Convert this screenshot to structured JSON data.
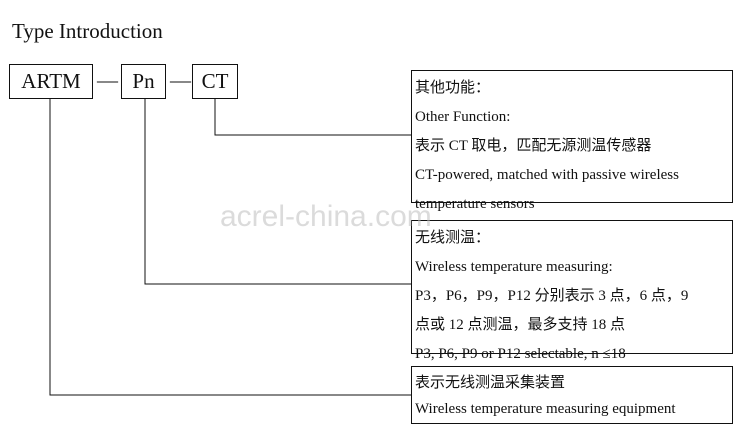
{
  "title": "Type Introduction",
  "codes": [
    "ARTM",
    "Pn",
    "CT"
  ],
  "separator": "—",
  "watermark": "acrel-china.com",
  "boxes": {
    "ct": {
      "lines": [
        "其他功能：",
        "Other Function:",
        "表示 CT 取电，匹配无源测温传感器",
        "CT-powered, matched with passive wireless",
        "temperature sensors"
      ]
    },
    "pn": {
      "lines": [
        "无线测温：",
        "Wireless temperature measuring:",
        "P3，P6，P9，P12 分别表示 3 点，6 点，9",
        "点或 12 点测温，最多支持 18 点",
        "P3, P6, P9 or P12 selectable, n ≤18"
      ]
    },
    "artm": {
      "lines": [
        "表示无线测温采集装置",
        "Wireless temperature measuring equipment"
      ]
    }
  }
}
